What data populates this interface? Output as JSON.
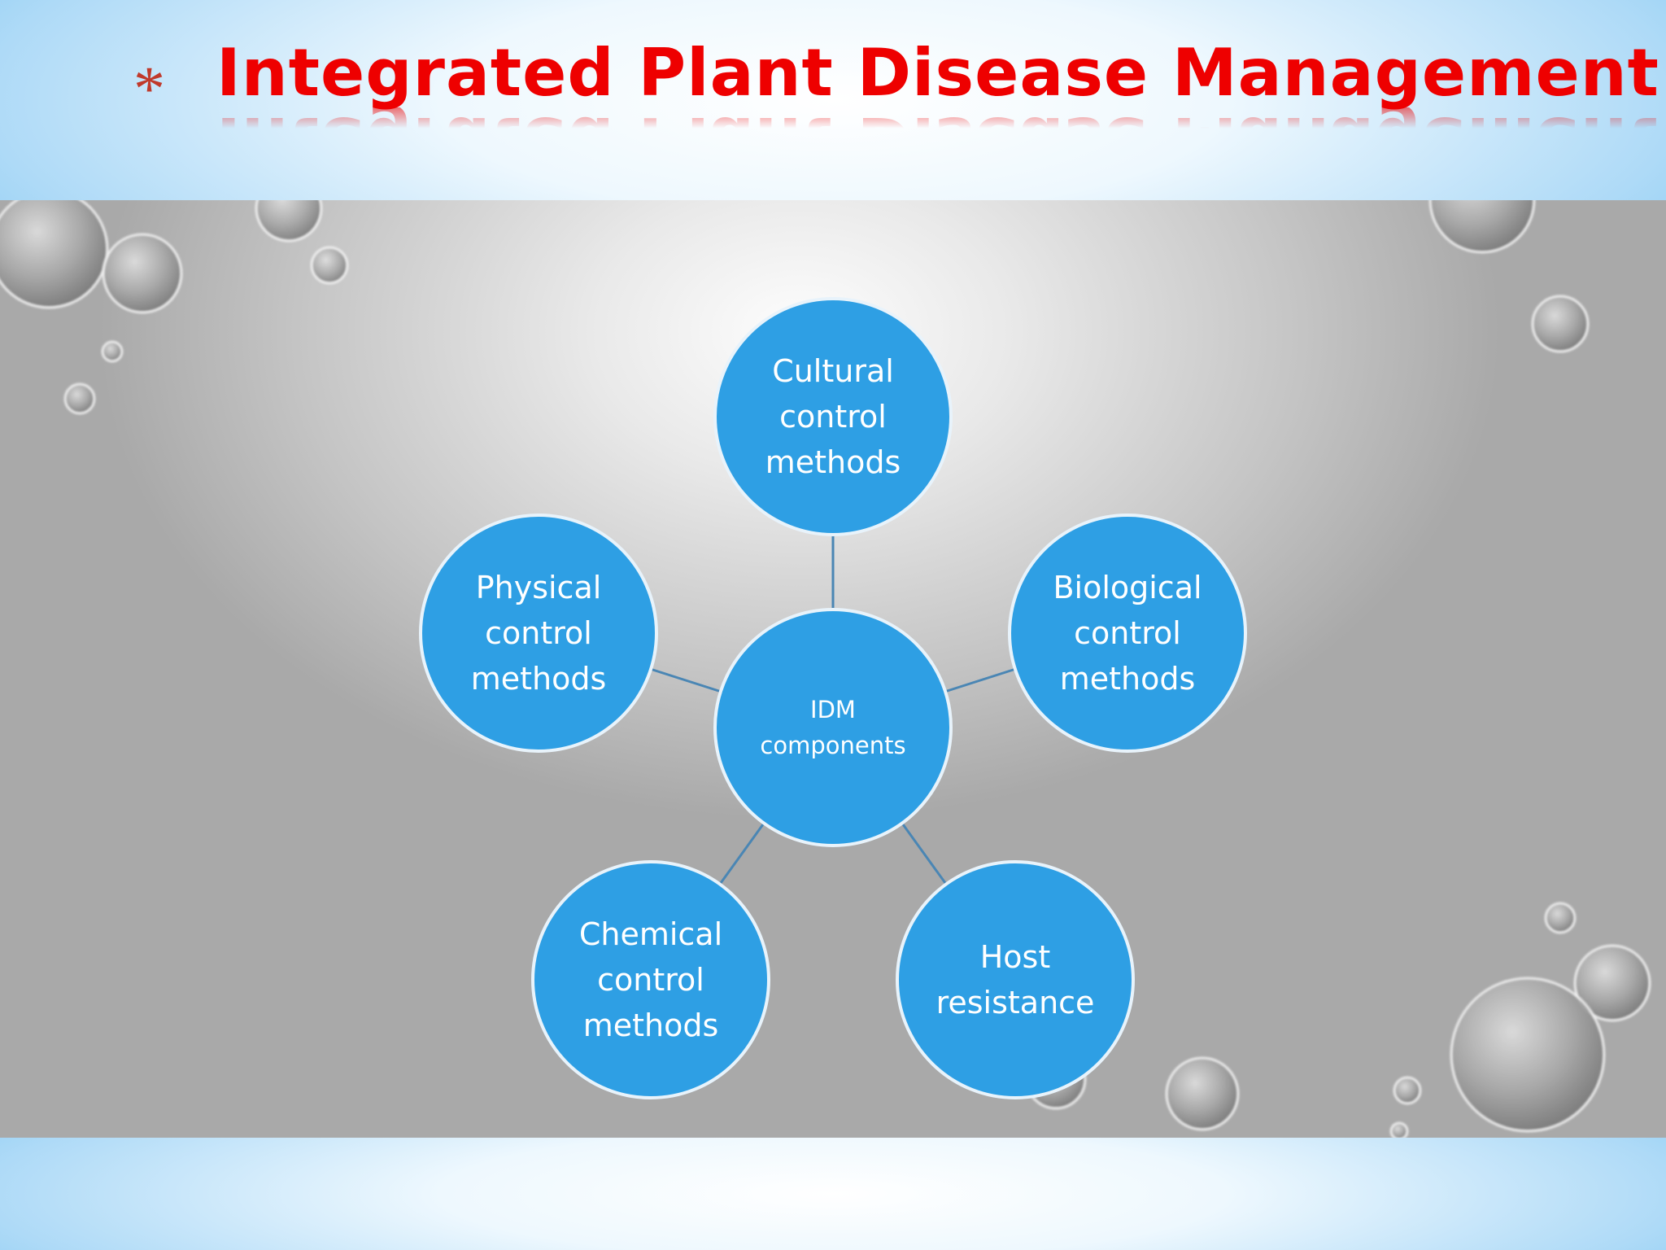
{
  "slide": {
    "bullet": "*",
    "title": "Integrated Plant Disease Management"
  },
  "diagram": {
    "center": {
      "lines": [
        "IDM",
        "components"
      ]
    },
    "nodes": [
      {
        "id": "cultural",
        "lines": [
          "Cultural",
          "control",
          "methods"
        ]
      },
      {
        "id": "physical",
        "lines": [
          "Physical",
          "control",
          "methods"
        ]
      },
      {
        "id": "biological",
        "lines": [
          "Biological",
          "control",
          "methods"
        ]
      },
      {
        "id": "chemical",
        "lines": [
          "Chemical",
          "control",
          "methods"
        ]
      },
      {
        "id": "host",
        "lines": [
          "Host",
          "resistance"
        ]
      }
    ],
    "colors": {
      "node_fill": "#2e9fe4",
      "node_border": "#e8f3fb",
      "connector": "#4a86b4",
      "title_text": "#ee0000",
      "bullet": "#c0392b"
    }
  }
}
